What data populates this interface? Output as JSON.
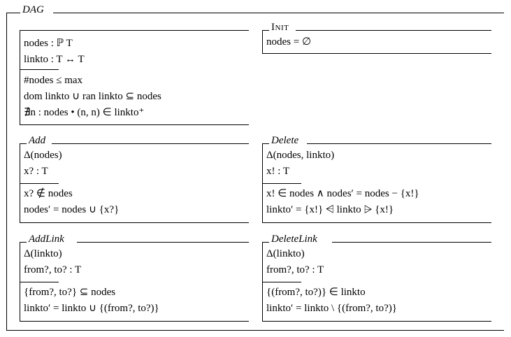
{
  "frame": {
    "title": "DAG"
  },
  "schemas": {
    "state": {
      "title": "",
      "decl": [
        "nodes : ℙ T",
        "linkto : T ↔ T"
      ],
      "pred": [
        "#nodes ≤ max",
        "dom linkto ∪ ran linkto ⊆ nodes",
        "∄n : nodes • (n, n) ∈ linkto⁺"
      ]
    },
    "init": {
      "title": "Init",
      "decl": [],
      "pred": [
        "nodes = ∅"
      ]
    },
    "add": {
      "title": "Add",
      "decl": [
        "Δ(nodes)",
        "x? : T"
      ],
      "pred": [
        "x? ∉ nodes",
        "nodes′ = nodes ∪ {x?}"
      ]
    },
    "delete": {
      "title": "Delete",
      "decl": [
        "Δ(nodes, linkto)",
        "x! : T"
      ],
      "pred": [
        "x! ∈ nodes ∧ nodes′ = nodes − {x!}",
        "linkto′ = {x!} ⩤ linkto ⩥ {x!}"
      ]
    },
    "addlink": {
      "title": "AddLink",
      "decl": [
        "Δ(linkto)",
        "from?, to? : T"
      ],
      "pred": [
        "{from?, to?} ⊆ nodes",
        "linkto′ = linkto  ∪ {(from?, to?)}"
      ]
    },
    "deletelink": {
      "title": "DeleteLink",
      "decl": [
        "Δ(linkto)",
        "from?, to? : T"
      ],
      "pred": [
        "{(from?, to?)} ∈ linkto",
        "linkto′ = linkto \\ {(from?, to?)}"
      ]
    }
  }
}
